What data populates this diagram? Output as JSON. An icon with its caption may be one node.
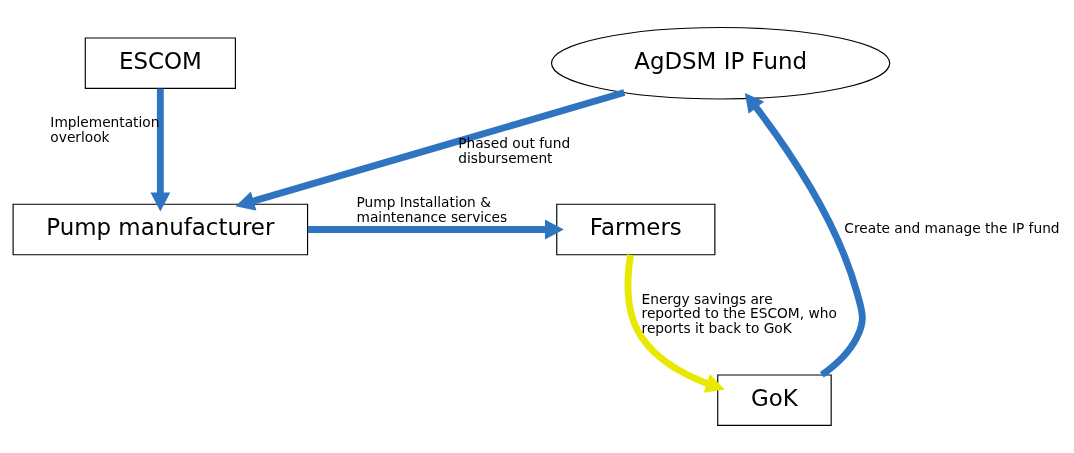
{
  "diagram": {
    "nodes": [
      {
        "text": [
          "ESCOM"
        ]
      },
      {
        "text": [
          "AgDSM IP Fund"
        ]
      },
      {
        "text": [
          "GoK"
        ]
      },
      {
        "text": [
          "Pump manufacturer"
        ]
      },
      {
        "text": [
          "Farmers"
        ]
      }
    ],
    "edges": [
      {
        "from": 0,
        "to": 3,
        "arrow": "to",
        "label": "Implementation overlook"
      },
      {
        "from": 1,
        "to": 3,
        "arrow": "to",
        "label": "Phased out fund disbursement"
      },
      {
        "from": 2,
        "to": 1,
        "arrow": "to",
        "label": "Create and manage the IP fund"
      },
      {
        "from": 3,
        "to": 4,
        "arrow": "to",
        "label": "Pump Installation & maintenance services"
      },
      {
        "from": 4,
        "to": 2,
        "arrow": "to",
        "label": "Energy savings are reported to the ESCOM, who reports it back to GoK",
        "color": "#e8e800"
      }
    ]
  }
}
